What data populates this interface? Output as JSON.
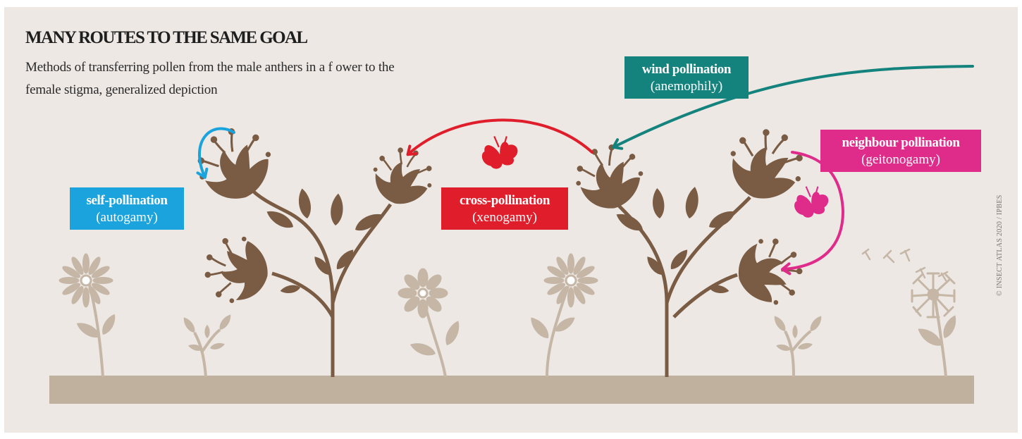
{
  "title": "MANY ROUTES TO THE SAME GOAL",
  "subtitle": "Methods of transferring pollen from the male anthers in a f ower to the female stigma, generalized depiction",
  "methods": {
    "self": {
      "name": "self-pollination",
      "term": "(autogamy)",
      "color": "#1aa3dd"
    },
    "cross": {
      "name": "cross-pollination",
      "term": "(xenogamy)",
      "color": "#e01e2b"
    },
    "wind": {
      "name": "wind pollination",
      "term": "(anemophily)",
      "color": "#14837d"
    },
    "neighbour": {
      "name": "neighbour pollination",
      "term": "(geitonogamy)",
      "color": "#df2b8a"
    }
  },
  "credit": "© INSECT ATLAS 2020 / IPBES",
  "colors": {
    "background": "#ede8e4",
    "plant_dark": "#7a5b43",
    "plant_light": "#c5b6a6",
    "ground": "#c0b09e",
    "insect_red": "#e01e2b",
    "insect_pink": "#df2b8a"
  },
  "icons": [
    "flowering-plant",
    "daisy-flower",
    "sprout",
    "dandelion-seedhead",
    "butterfly-icon",
    "arrow-icon"
  ]
}
